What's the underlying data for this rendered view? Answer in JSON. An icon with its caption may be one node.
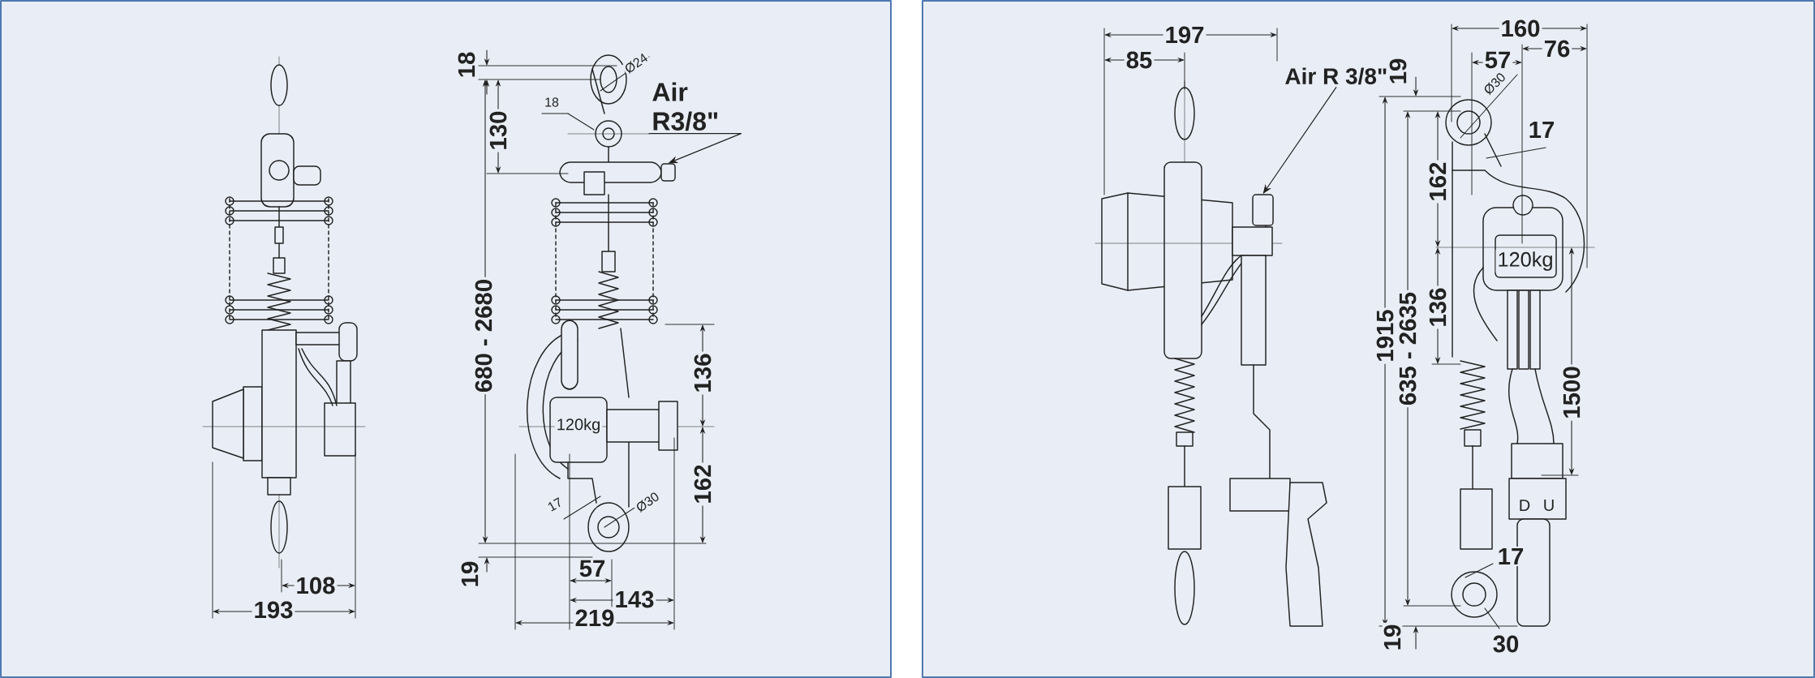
{
  "diagram": {
    "nodes": [
      {
        "text": [
          "Air R3/8\""
        ]
      },
      {
        "text": [
          "Air R 3/8\""
        ]
      },
      {
        "text": [],
        "shape": "box"
      },
      {
        "text": [],
        "shape": "box"
      }
    ],
    "edges": [
      {
        "from": 0,
        "to": 2,
        "arrow": "to"
      },
      {
        "from": 1,
        "to": 3,
        "arrow": "to"
      }
    ],
    "labels": [
      "18",
      "130",
      "680 - 2680",
      "19",
      "Ø24",
      "18",
      "120kg",
      "17",
      "Ø30",
      "136",
      "162",
      "108",
      "193",
      "57",
      "143",
      "219",
      "197",
      "85",
      "19",
      "1915",
      "635 - 2635",
      "162",
      "136",
      "Ø30",
      "17",
      "57",
      "160",
      "76",
      "120kg",
      "1500",
      "D",
      "U",
      "17",
      "30",
      "19"
    ]
  }
}
